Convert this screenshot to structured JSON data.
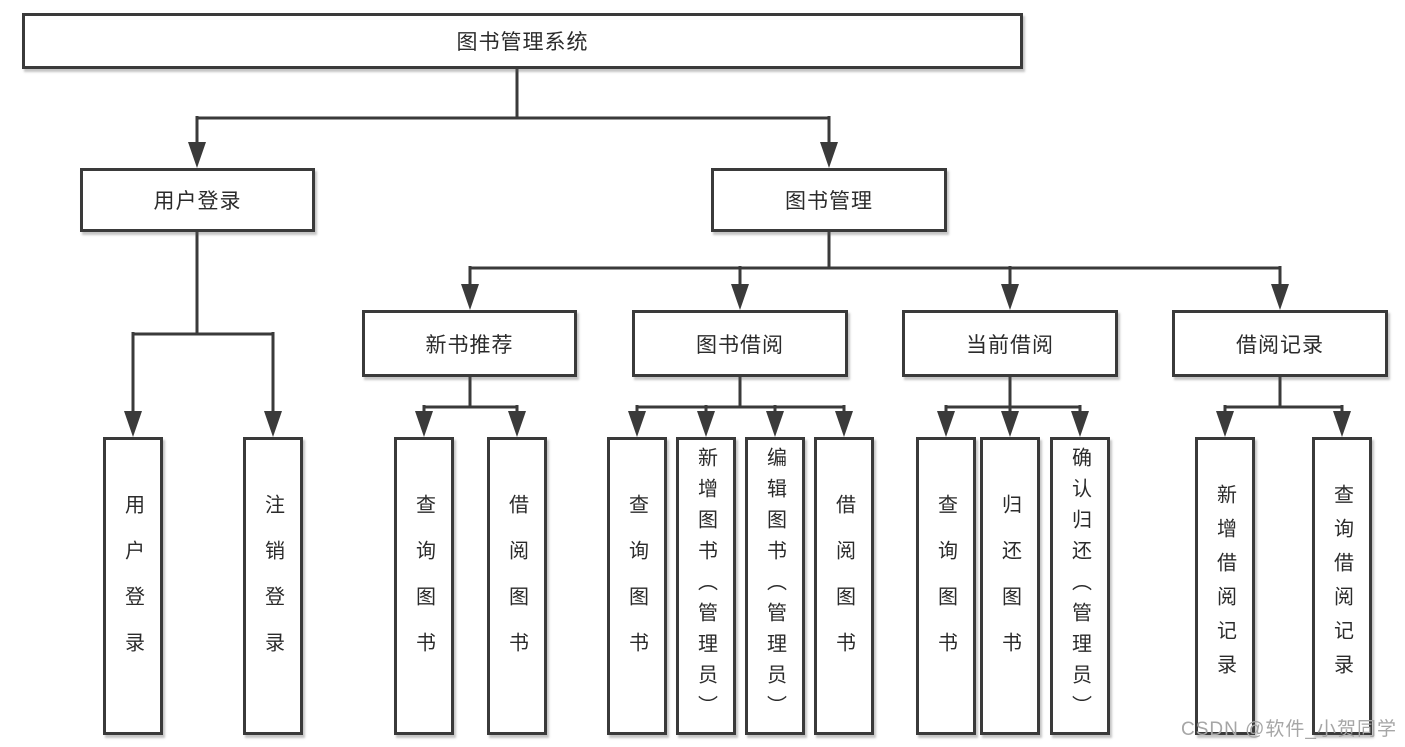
{
  "diagram": {
    "title_node": "图书管理系统",
    "level2": {
      "user_login": "用户登录",
      "book_management": "图书管理"
    },
    "level3": {
      "new_book_recommend": "新书推荐",
      "book_borrowing": "图书借阅",
      "current_borrowing": "当前借阅",
      "borrowing_records": "借阅记录"
    },
    "leaf_nodes": {
      "user_login": "用户登录",
      "logout": "注销登录",
      "rec_query_books": "查询图书",
      "rec_borrow_books": "借阅图书",
      "bb_query_books": "查询图书",
      "bb_add_books_admin": "新增图书（管理员）",
      "bb_edit_books_admin": "编辑图书（管理员）",
      "bb_borrow_books": "借阅图书",
      "cb_query_books": "查询图书",
      "cb_return_books": "归还图书",
      "cb_confirm_return_admin": "确认归还（管理员）",
      "br_add_record": "新增借阅记录",
      "br_query_record": "查询借阅记录"
    }
  },
  "watermark": {
    "text": "CSDN @软件_小贺同学"
  },
  "colors": {
    "line": "#3a3a3a",
    "text": "#2b2b2b",
    "background": "#ffffff",
    "watermark": "#a6a6a6"
  }
}
